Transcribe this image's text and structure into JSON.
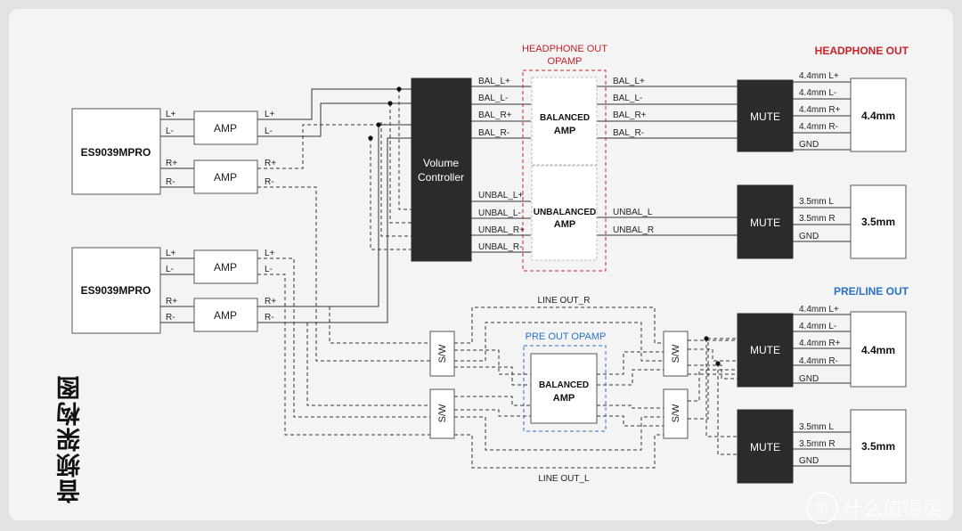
{
  "side_title": "音频架构图",
  "watermark": {
    "text": "什么值得买",
    "logo": "值"
  },
  "colors": {
    "red": "#c8222a",
    "blue": "#2a72c8",
    "dark": "#2b2b2b",
    "line": "#333333"
  },
  "sections": {
    "headphone_out": "HEADPHONE OUT",
    "headphone_opamp": [
      "HEADPHONE OUT",
      "OPAMP"
    ],
    "pre_line_out": "PRE/LINE OUT",
    "pre_out_opamp": "PRE OUT OPAMP"
  },
  "dacs": [
    "ES9039MPRO",
    "ES9039MPRO"
  ],
  "dac_pins": [
    "L+",
    "L-",
    "R+",
    "R-"
  ],
  "amp_label": "AMP",
  "amp_pins": [
    "L+",
    "L-",
    "R+",
    "R-"
  ],
  "volume": [
    "Volume",
    "Controller"
  ],
  "bal_labels": [
    "BAL_L+",
    "BAL_L-",
    "BAL_R+",
    "BAL_R-"
  ],
  "unbal_labels": [
    "UNBAL_L+",
    "UNBAL_L-",
    "UNBAL_R+",
    "UNBAL_R-"
  ],
  "opamp_balanced": [
    "BALANCED",
    "AMP"
  ],
  "opamp_unbalanced": [
    "UNBALANCED",
    "AMP"
  ],
  "unbal_out": [
    "UNBAL_L",
    "UNBAL_R"
  ],
  "mute": "MUTE",
  "sw": "S/W",
  "line_out_r": "LINE OUT_R",
  "line_out_l": "LINE OUT_L",
  "pins_44": [
    "4.4mm L+",
    "4.4mm L-",
    "4.4mm R+",
    "4.4mm R-",
    "GND"
  ],
  "pins_35": [
    "3.5mm L",
    "3.5mm R",
    "GND"
  ],
  "connectors": {
    "c44": "4.4mm",
    "c35": "3.5mm"
  }
}
